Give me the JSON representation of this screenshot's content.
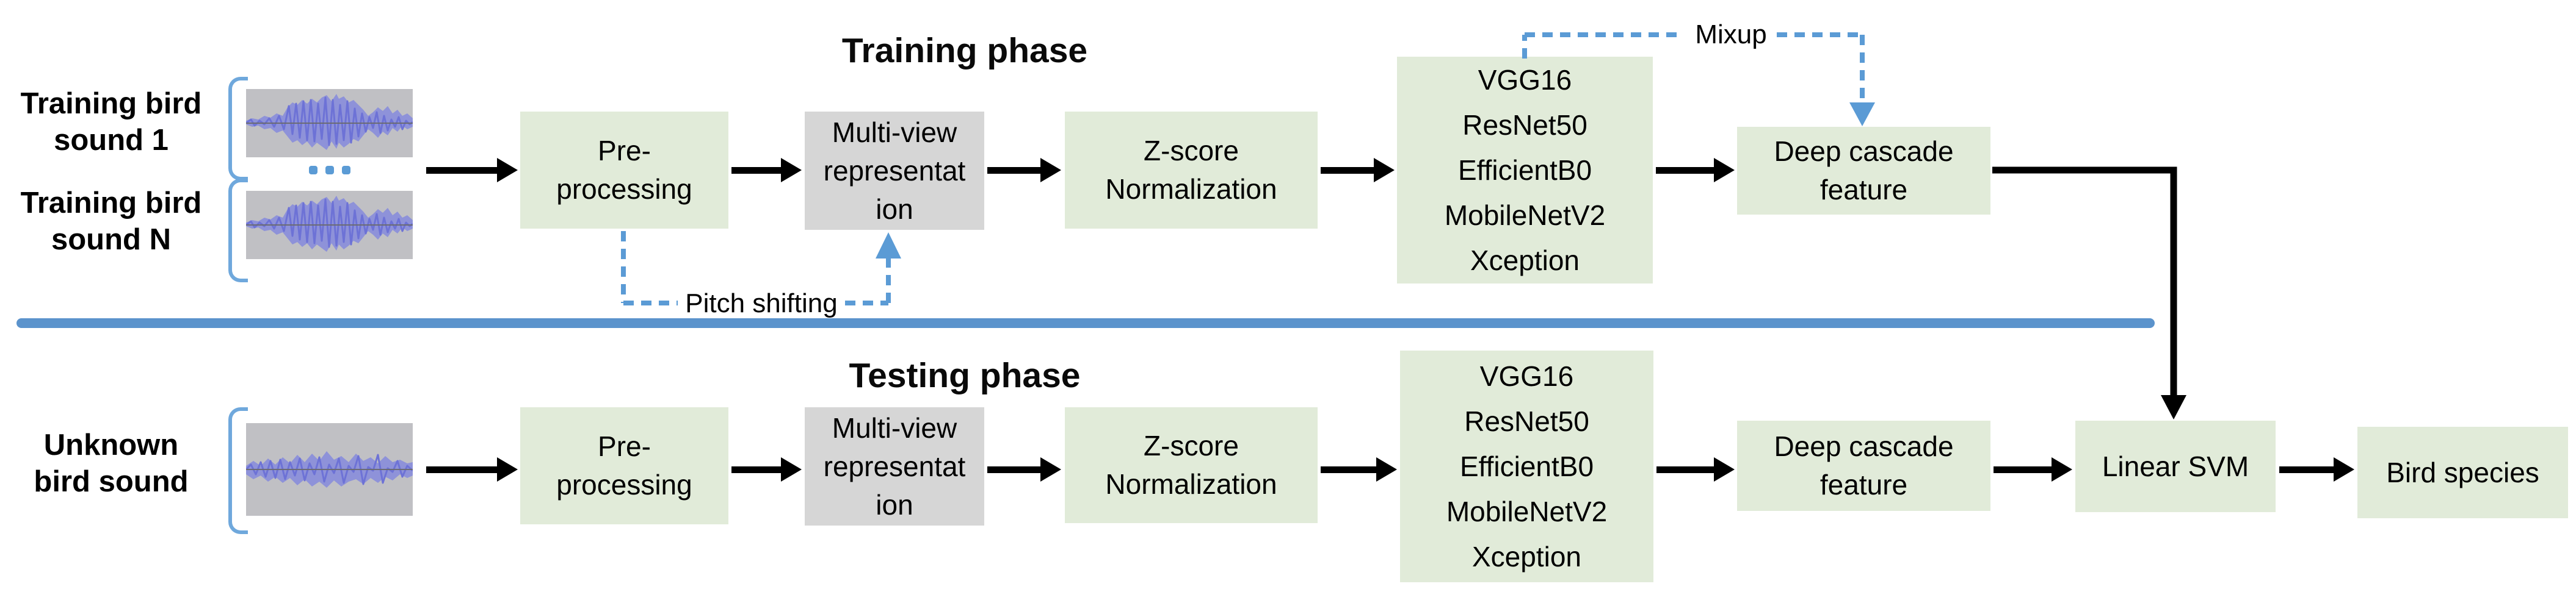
{
  "titles": {
    "training": "Training phase",
    "testing": "Testing phase"
  },
  "colors": {
    "accent_blue": "#5b9bd5",
    "bracket_blue": "#6fa8dc",
    "divider_blue": "#5b93cc",
    "box_green": "#e1ebd9",
    "box_gray": "#d6d6d6",
    "arrow_black": "#000000",
    "waveform_purple": "#8287de",
    "waveform_background": "#c0c0c4"
  },
  "training": {
    "input_label_1": "Training bird\nsound 1",
    "input_label_n": "Training bird\nsound N",
    "steps": {
      "pre": "Pre-\nprocessing",
      "multiview": "Multi-view\nrepresentat\nion",
      "zscore": "Z-score\nNormalization",
      "backbones": "VGG16\nResNet50\nEfficientB0\nMobileNetV2\nXception",
      "cascade": "Deep cascade\nfeature"
    },
    "augmentation": {
      "pitch_label": "Pitch shifting",
      "mixup_label": "Mixup"
    }
  },
  "testing": {
    "input_label": "Unknown\nbird sound",
    "steps": {
      "pre": "Pre-\nprocessing",
      "multiview": "Multi-view\nrepresentat\nion",
      "zscore": "Z-score\nNormalization",
      "backbones": "VGG16\nResNet50\nEfficientB0\nMobileNetV2\nXception",
      "cascade": "Deep cascade\nfeature",
      "svm": "Linear SVM",
      "species": "Bird species"
    }
  }
}
